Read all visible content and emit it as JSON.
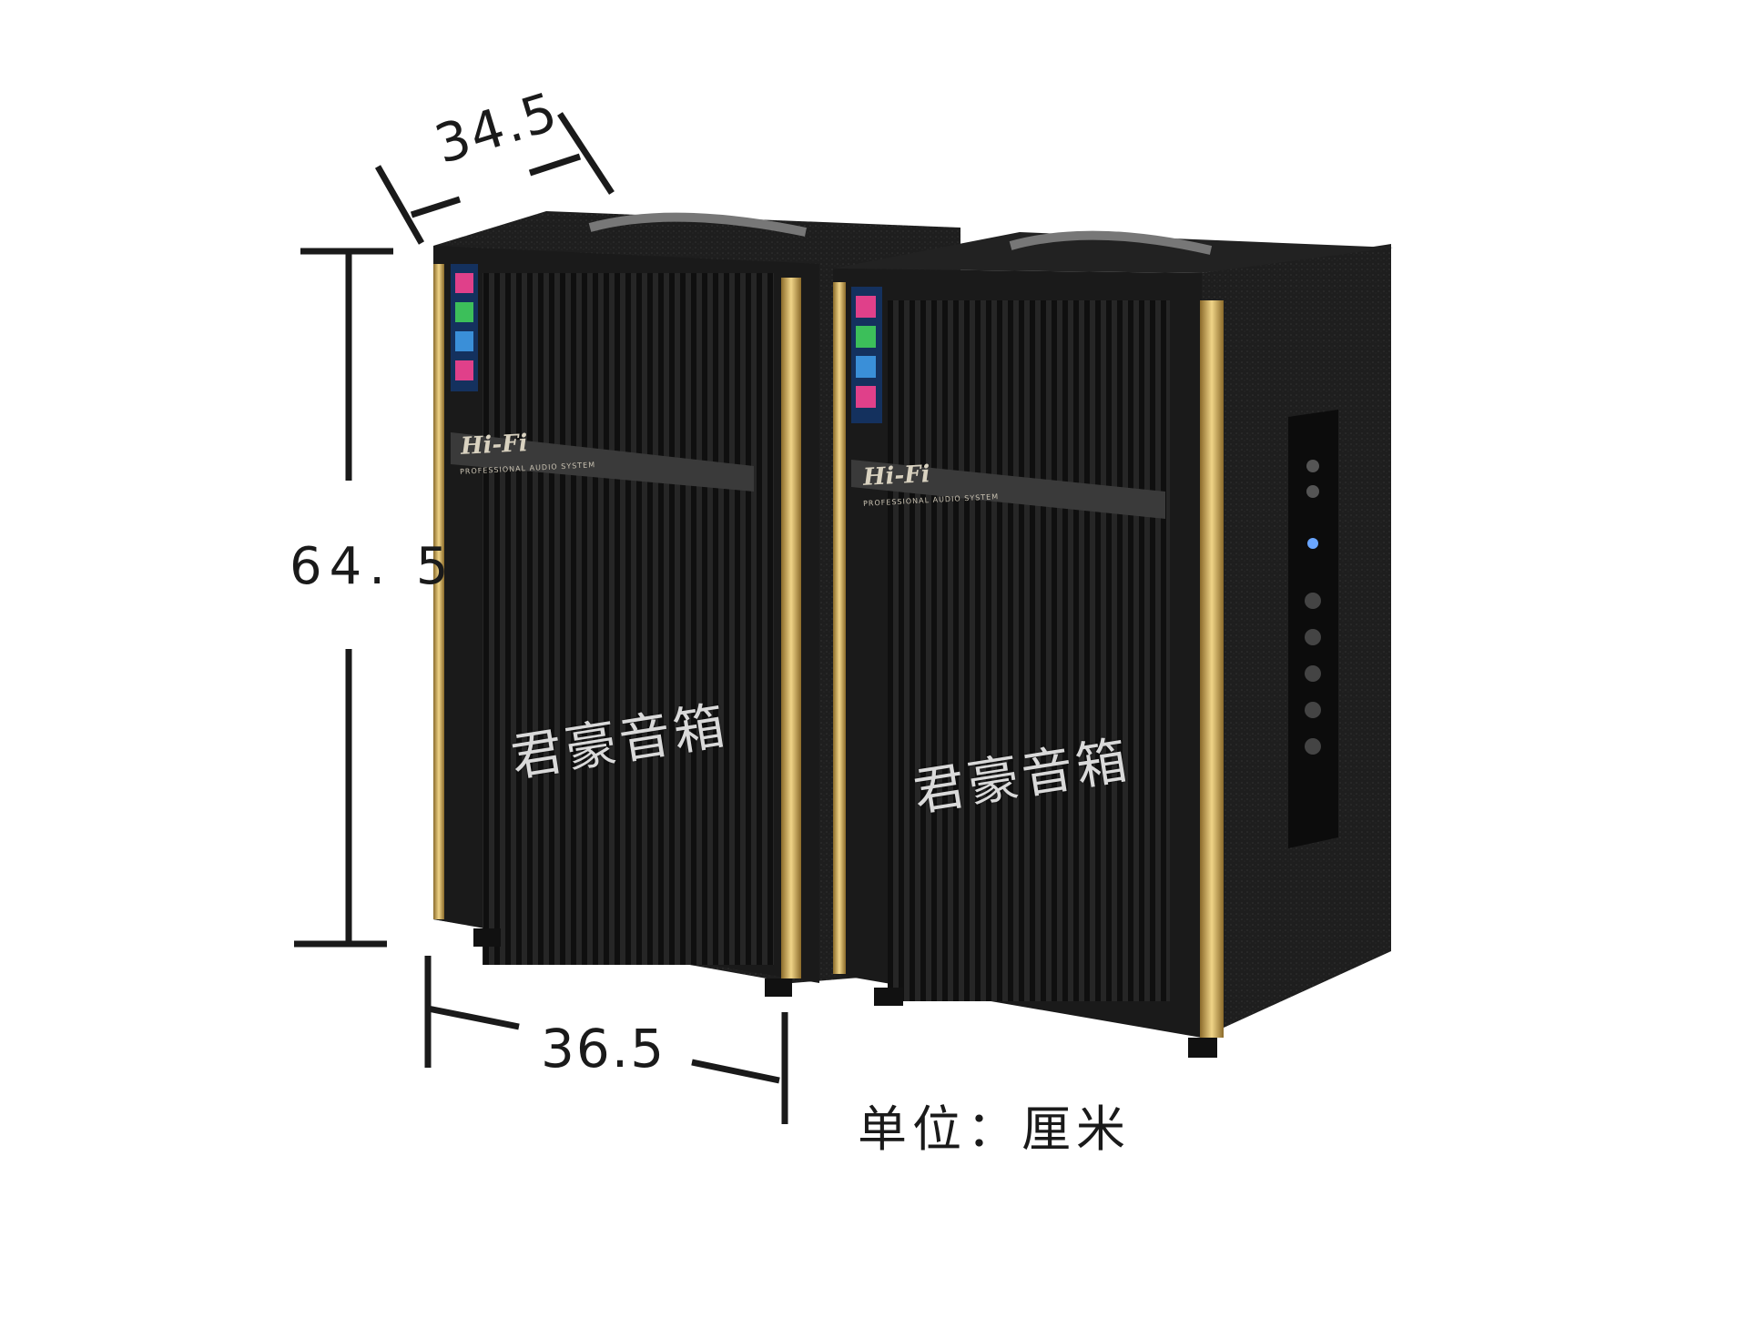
{
  "dimensions": {
    "depth": "34.5",
    "height": "64. 5",
    "width": "36.5"
  },
  "unit_label": "单位：厘米",
  "watermark": "君豪音箱",
  "speaker_brand": "Hi-Fi",
  "speaker_subtitle": "PROFESSIONAL AUDIO SYSTEM",
  "colors": {
    "cabinet": "#1c1c1c",
    "grille": "#2a2a2a",
    "gold_trim": "#c9a34a",
    "badge_pink": "#e0408a",
    "badge_green": "#3cbf5a",
    "badge_blue": "#3a8fd8"
  }
}
